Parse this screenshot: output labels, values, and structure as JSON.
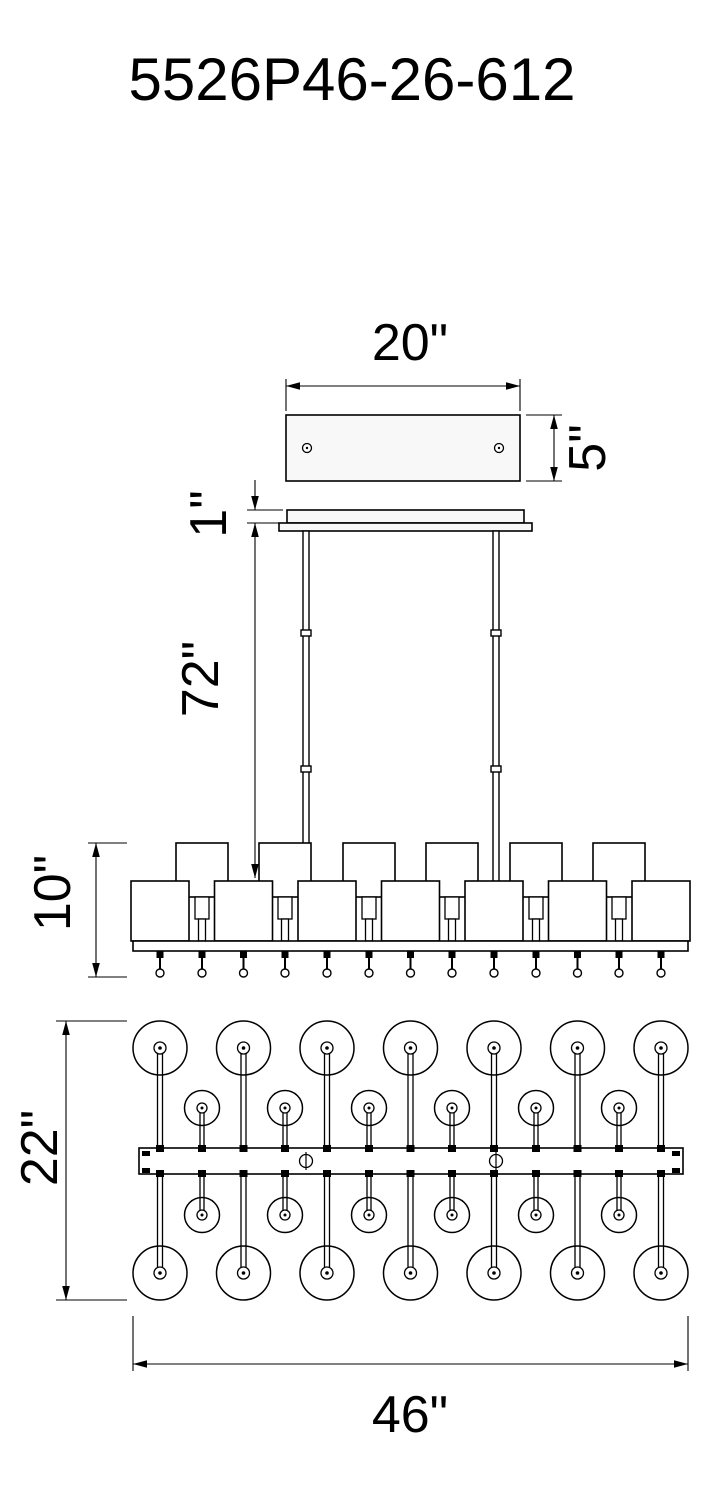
{
  "title": "5526P46-26-612",
  "dims": {
    "canopy_width": "20\"",
    "canopy_height": "5\"",
    "canopy_plate_thickness": "1\"",
    "rod_drop": "72\"",
    "fixture_body_height": "10\"",
    "fixture_depth": "22\"",
    "fixture_length": "46\""
  },
  "fixture": {
    "outer_row_lights_per_side": 7,
    "inner_row_lights_per_side": 6,
    "total_lights": 26,
    "downrods": 2
  },
  "colors": {
    "line": "#000000",
    "background": "#ffffff"
  }
}
